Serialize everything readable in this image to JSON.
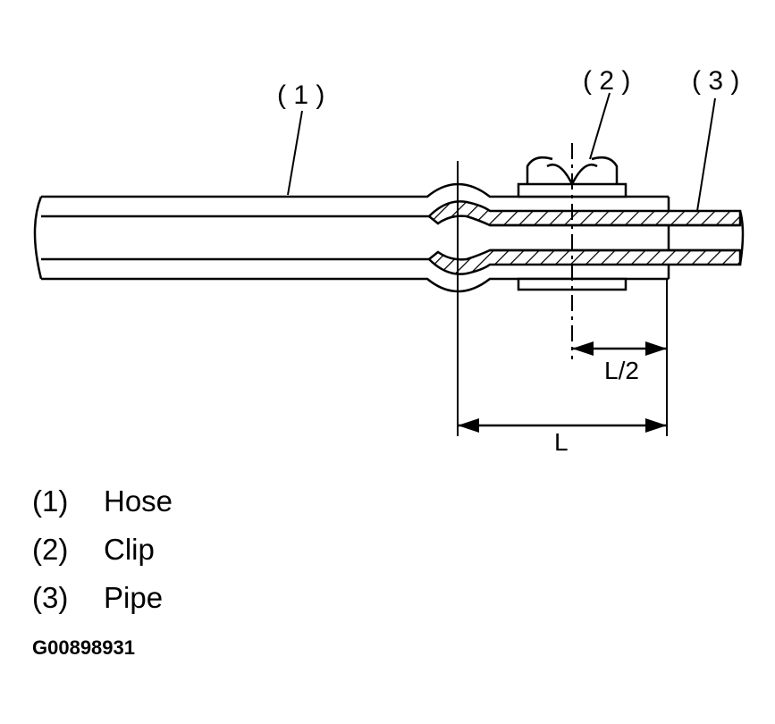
{
  "callouts": {
    "hose": "( 1 )",
    "clip": "( 2 )",
    "pipe": "( 3 )"
  },
  "dimensions": {
    "half": "L/2",
    "full": "L"
  },
  "legend": [
    {
      "num": "(1)",
      "label": "Hose"
    },
    {
      "num": "(2)",
      "label": "Clip"
    },
    {
      "num": "(3)",
      "label": "Pipe"
    }
  ],
  "figure_id": "G00898931"
}
